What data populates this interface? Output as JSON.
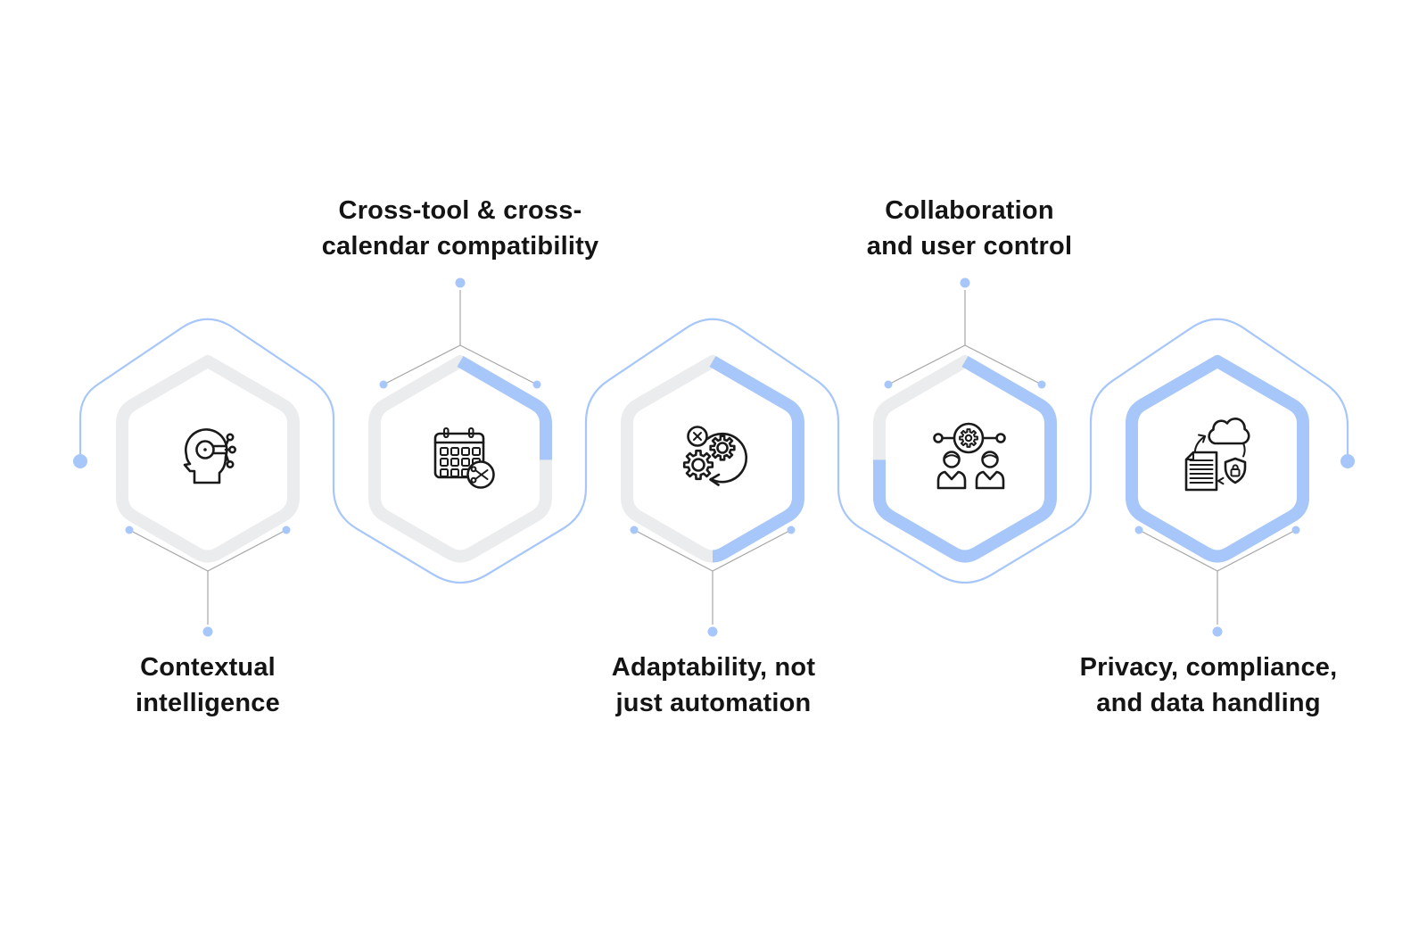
{
  "colors": {
    "accent_blue": "#a7c6f9",
    "ring_gray": "#ebeced",
    "connector_gray": "#a6a6a6",
    "icon_black": "#1a1a1a",
    "text_color": "#141414",
    "background": "#ffffff"
  },
  "items": [
    {
      "id": "contextual-intelligence",
      "label_line1": "Contextual",
      "label_line2": "intelligence",
      "label_position": "bottom",
      "progress_percent": 0,
      "icon": "head-circuit-icon"
    },
    {
      "id": "cross-tool-cross-calendar-compatibility",
      "label_line1": "Cross-tool & cross-",
      "label_line2": "calendar compatibility",
      "label_position": "top",
      "progress_percent": 25,
      "icon": "calendar-scissors-icon"
    },
    {
      "id": "adaptability-not-just-automation",
      "label_line1": "Adaptability, not",
      "label_line2": "just automation",
      "label_position": "bottom",
      "progress_percent": 50,
      "icon": "gears-refresh-icon"
    },
    {
      "id": "collaboration-and-user-control",
      "label_line1": "Collaboration",
      "label_line2": "and user control",
      "label_position": "top",
      "progress_percent": 75,
      "icon": "people-gear-icon"
    },
    {
      "id": "privacy-compliance-data-handling",
      "label_line1": "Privacy, compliance,",
      "label_line2": "and data handling",
      "label_position": "bottom",
      "progress_percent": 100,
      "icon": "document-cloud-shield-icon"
    }
  ]
}
